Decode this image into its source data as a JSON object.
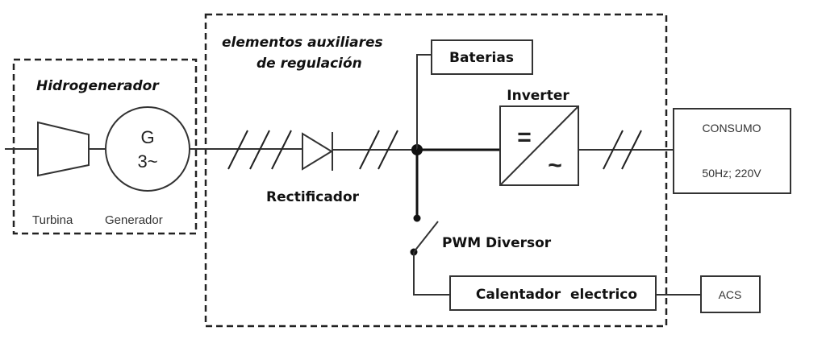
{
  "groups": {
    "hydrogenerator": {
      "title": "Hidrogenerador"
    },
    "auxiliary": {
      "title_line1": "elementos auxiliares",
      "title_line2": "de regulación"
    }
  },
  "components": {
    "generator": {
      "symbol": "G",
      "phases": "3~"
    },
    "turbine_label": "Turbina",
    "generator_label": "Generador",
    "rectifier_label": "Rectificador",
    "batteries_label": "Baterias",
    "inverter_label": "Inverter",
    "inverter_dc_symbol": "=",
    "inverter_ac_symbol": "~",
    "diverter_label": "PWM Diversor",
    "heater_label": "Calentador  electrico",
    "load": {
      "line1": "CONSUMO",
      "line2": "50Hz; 220V"
    },
    "acs_label": "ACS"
  },
  "wiring": {
    "phases_before_rectifier": 3,
    "conductors_after_rectifier": 2,
    "conductors_after_inverter": 2
  }
}
